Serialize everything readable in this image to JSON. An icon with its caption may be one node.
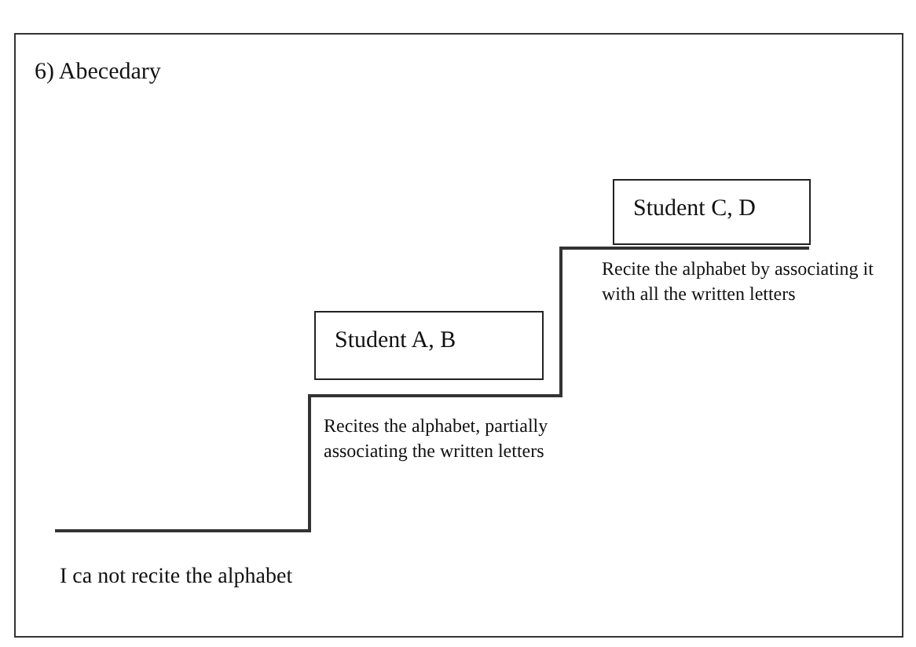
{
  "diagram": {
    "title": "6) Abecedary",
    "nodes": [
      {
        "text": [
          "Student A, B"
        ]
      },
      {
        "text": [
          "Student C, D"
        ]
      }
    ],
    "labels": [
      "Recite the alphabet by associating it with all the written letters",
      "Recites the alphabet, partially associating the written letters",
      "I ca not recite the alphabet"
    ]
  }
}
